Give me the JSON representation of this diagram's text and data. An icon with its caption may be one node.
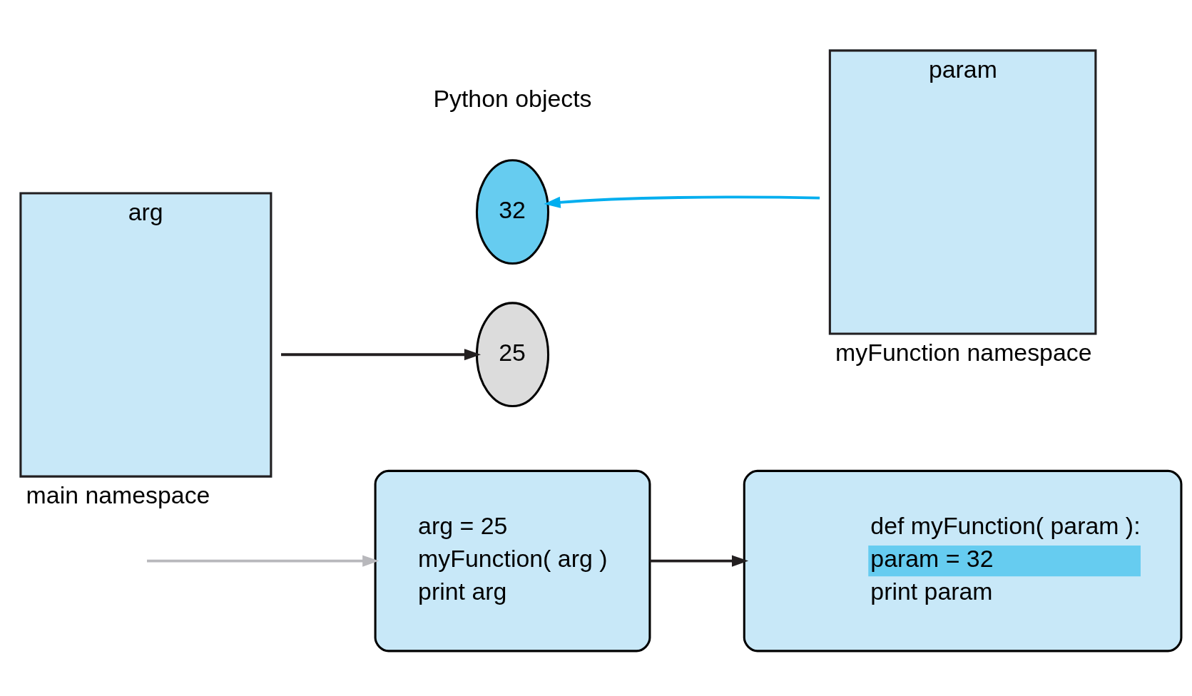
{
  "diagram": {
    "nodes": [
      {
        "text": [
          "arg = 25",
          "myFunction( arg )",
          "print arg"
        ]
      },
      {
        "text": [
          "def myFunction( param ):",
          "param = 32",
          "print param"
        ]
      },
      {
        "text": [
          "arg"
        ],
        "beside": [
          "main namespace"
        ]
      },
      {
        "text": [
          "25"
        ]
      },
      {
        "text": [
          "32"
        ]
      },
      {
        "text": [
          "param"
        ],
        "beside": [
          "myFunction namespace"
        ]
      }
    ],
    "edges": [
      {
        "from": null,
        "to": 0,
        "arrow": "to",
        "color": "#b8b8bc"
      },
      {
        "from": 0,
        "to": 1,
        "arrow": "to"
      },
      {
        "from": 2,
        "to": 3,
        "arrow": "to"
      },
      {
        "from": 5,
        "to": 4,
        "arrow": "to",
        "color": "#00aeef"
      }
    ],
    "labels": [
      "Python objects"
    ]
  }
}
